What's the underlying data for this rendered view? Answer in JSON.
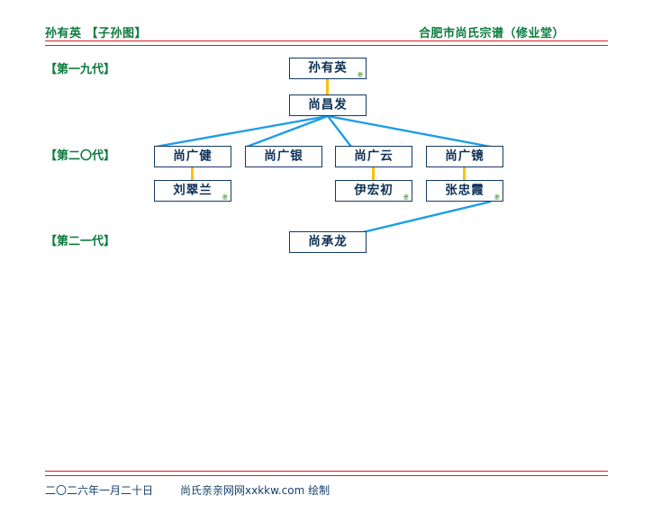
{
  "header": {
    "left_title": "孙有英  【子孙图】",
    "right_title": "合肥市尚氏宗谱（修业堂）",
    "rule_color": "#d81f26",
    "title_color": "#0a7a3c"
  },
  "generations": [
    {
      "label": "【第一九代】"
    },
    {
      "label": "【第二〇代】"
    },
    {
      "label": "【第二一代】"
    }
  ],
  "people": {
    "g19_sun_youying": {
      "name": "孙有英",
      "spouse_mark": "妻"
    },
    "g19_shang_changfa": {
      "name": "尚昌发",
      "spouse_mark": ""
    },
    "g20_shang_guangjian": {
      "name": "尚广健",
      "spouse_mark": ""
    },
    "g20_liu_cuilan": {
      "name": "刘翠兰",
      "spouse_mark": "妻"
    },
    "g20_shang_guangyin": {
      "name": "尚广银",
      "spouse_mark": ""
    },
    "g20_shang_guangyun": {
      "name": "尚广云",
      "spouse_mark": ""
    },
    "g20_yi_hongchu": {
      "name": "伊宏初",
      "spouse_mark": "妻"
    },
    "g20_shang_guangjing": {
      "name": "尚广镜",
      "spouse_mark": ""
    },
    "g20_zhang_zhongxia": {
      "name": "张忠霞",
      "spouse_mark": "妻"
    },
    "g21_shang_chenglong": {
      "name": "尚承龙",
      "spouse_mark": ""
    }
  },
  "footer": {
    "date": "二〇二六年一月二十日",
    "credit": "尚氏亲亲网网xxkkw.com 绘制"
  },
  "colors": {
    "box_border": "#123a63",
    "name_text": "#0d2f56",
    "spouse_link": "#ffc000",
    "child_link": "#1e9de8",
    "green": "#0a7a3c"
  }
}
